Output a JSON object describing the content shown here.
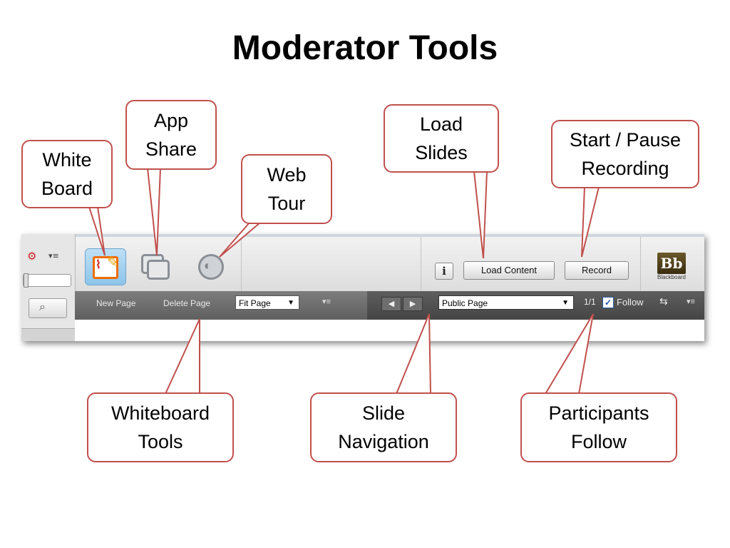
{
  "title": "Moderator Tools",
  "toolbar": {
    "load_content_label": "Load Content",
    "record_label": "Record",
    "info_label": "i",
    "blackboard_logo": "Bb",
    "blackboard_caption": "Blackboard",
    "whiteboard_icon": "whiteboard-icon",
    "app_share_icon": "app-share-icon",
    "web_tour_icon": "web-tour-icon"
  },
  "whiteboard_tools": {
    "new_page_label": "New Page",
    "delete_page_label": "Delete Page",
    "fit_page_value": "Fit Page"
  },
  "slide_navigation": {
    "page_select_value": "Public Page",
    "page_count": "1/1",
    "follow_label": "Follow",
    "follow_checked": true
  },
  "callouts": {
    "white_board": "White Board",
    "app_share": "App Share",
    "web_tour": "Web Tour",
    "load_slides": "Load Slides",
    "start_pause_recording": "Start / Pause Recording",
    "whiteboard_tools": "Whiteboard Tools",
    "slide_navigation": "Slide Navigation",
    "participants_follow": "Participants Follow"
  },
  "colors": {
    "callout_border": "#c0504d",
    "toolbar_dark": "#5f5f5f"
  }
}
